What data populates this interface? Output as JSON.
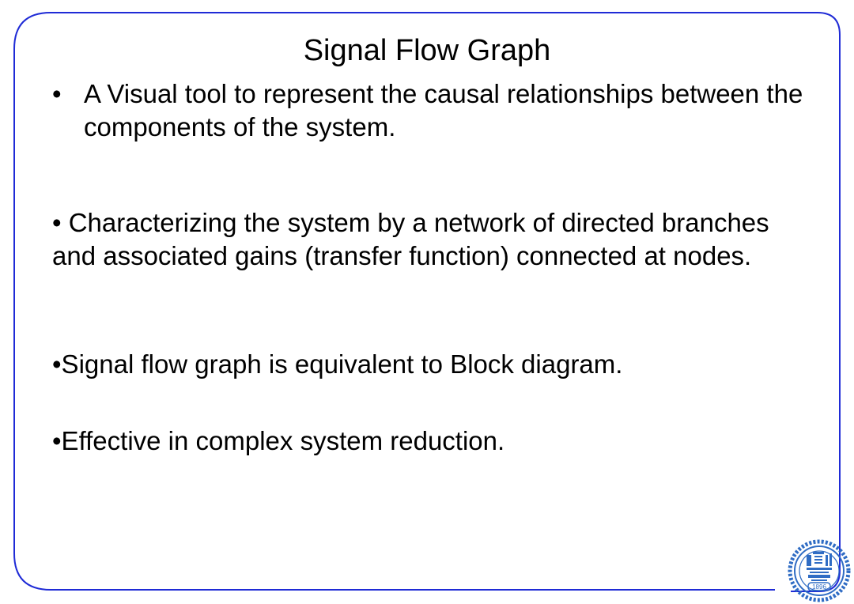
{
  "slide": {
    "title": "Signal Flow Graph",
    "bullets": [
      {
        "marker": "•",
        "text": "A Visual tool to represent the causal relationships between the components of the system."
      },
      {
        "text": "• Characterizing the system by a network of directed branches and associated gains (transfer function) connected at nodes."
      },
      {
        "text": "•Signal flow graph is equivalent to Block diagram."
      },
      {
        "text": "•Effective in complex system reduction."
      }
    ]
  },
  "logo": {
    "icon": "university-seal-icon",
    "year": "1896"
  },
  "colors": {
    "frame": "#1f2bd6",
    "logo": "#2f6cc4",
    "text": "#000000"
  }
}
